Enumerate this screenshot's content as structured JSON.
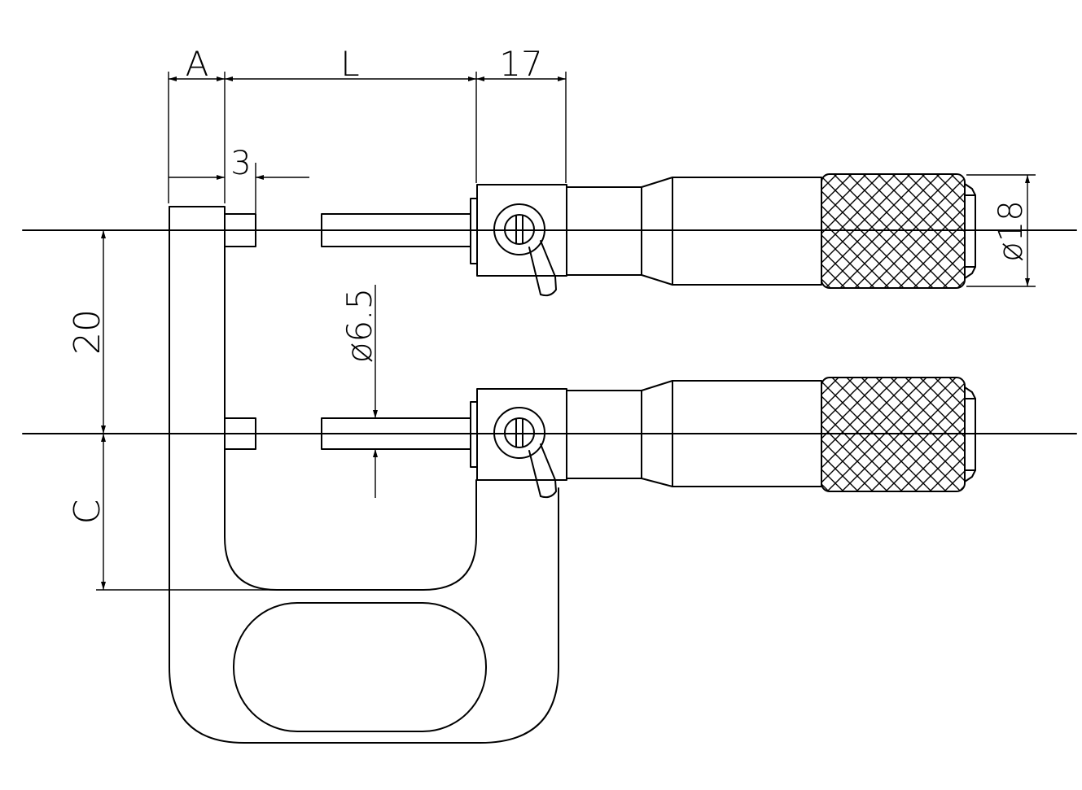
{
  "dimensions": {
    "a": "A",
    "l": "L",
    "width_17": "17",
    "tip_3": "3",
    "spacing_20": "20",
    "c": "C",
    "spindle_dia": "ø6.5",
    "knob_dia": "ø18"
  }
}
